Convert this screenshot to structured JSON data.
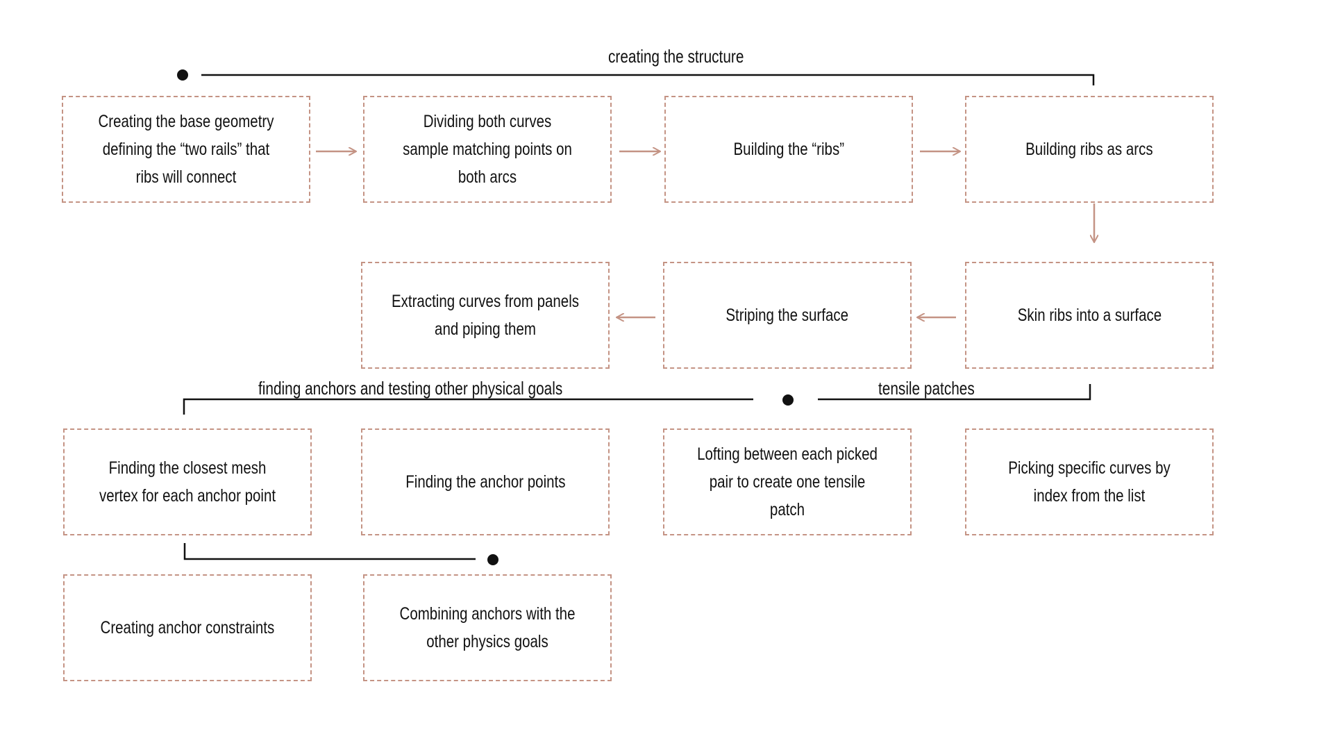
{
  "colors": {
    "box_border": "#c49384",
    "arrow": "#c49384",
    "bracket": "#111111",
    "text": "#111111"
  },
  "groups": {
    "creating_structure": "creating the structure",
    "finding_anchors": "finding anchors and testing other physical goals",
    "tensile_patches": "tensile patches"
  },
  "steps": {
    "base_geometry": "Creating the base geometry\ndefining the “two rails” that ribs will connect",
    "dividing_curves": "Dividing both curves\nsample matching points on both arcs",
    "building_ribs": "Building the “ribs”",
    "ribs_as_arcs": "Building ribs as arcs",
    "skin_ribs": "Skin ribs into a surface",
    "striping_surface": "Striping the surface",
    "extracting_curves": "Extracting curves from panels and piping them",
    "closest_vertex": "Finding the closest mesh vertex for each anchor point",
    "anchor_points": "Finding the anchor points",
    "lofting_pairs": "Lofting between each picked pair to create one tensile patch",
    "picking_curves": "Picking specific curves by index from the list",
    "anchor_constraints": "Creating anchor constraints",
    "combining_anchors": "Combining anchors with the other physics goals"
  }
}
